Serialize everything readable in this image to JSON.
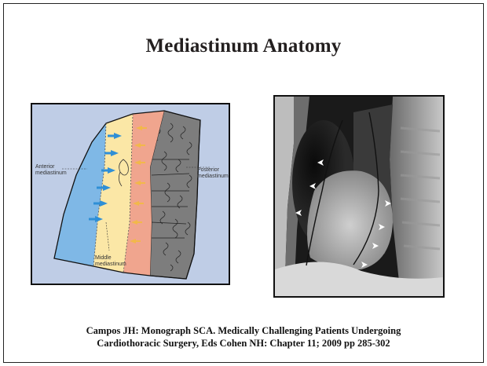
{
  "slide": {
    "title": "Mediastinum Anatomy",
    "citation_line1": "Campos JH:  Monograph SCA. Medically Challenging Patients Undergoing",
    "citation_line2": "Cardiothoracic Surgery, Eds Cohen NH: Chapter 11; 2009 pp 285-302"
  },
  "diagram": {
    "label_anterior_1": "Anterior",
    "label_anterior_2": "mediastinum",
    "label_posterior_1": "Posterior",
    "label_posterior_2": "mediastinum",
    "label_middle_1": "Middle",
    "label_middle_2": "mediastinum",
    "colors": {
      "background": "#bfcde6",
      "anterior": "#7fb8e6",
      "middle": "#fbe7a6",
      "posterior": "#f0a58e",
      "spine": "#7d7d7d",
      "arrow_blue": "#2f8fd6",
      "arrow_yellow": "#f2b84a"
    }
  },
  "xray": {
    "icon": "lateral-chest-radiograph"
  }
}
